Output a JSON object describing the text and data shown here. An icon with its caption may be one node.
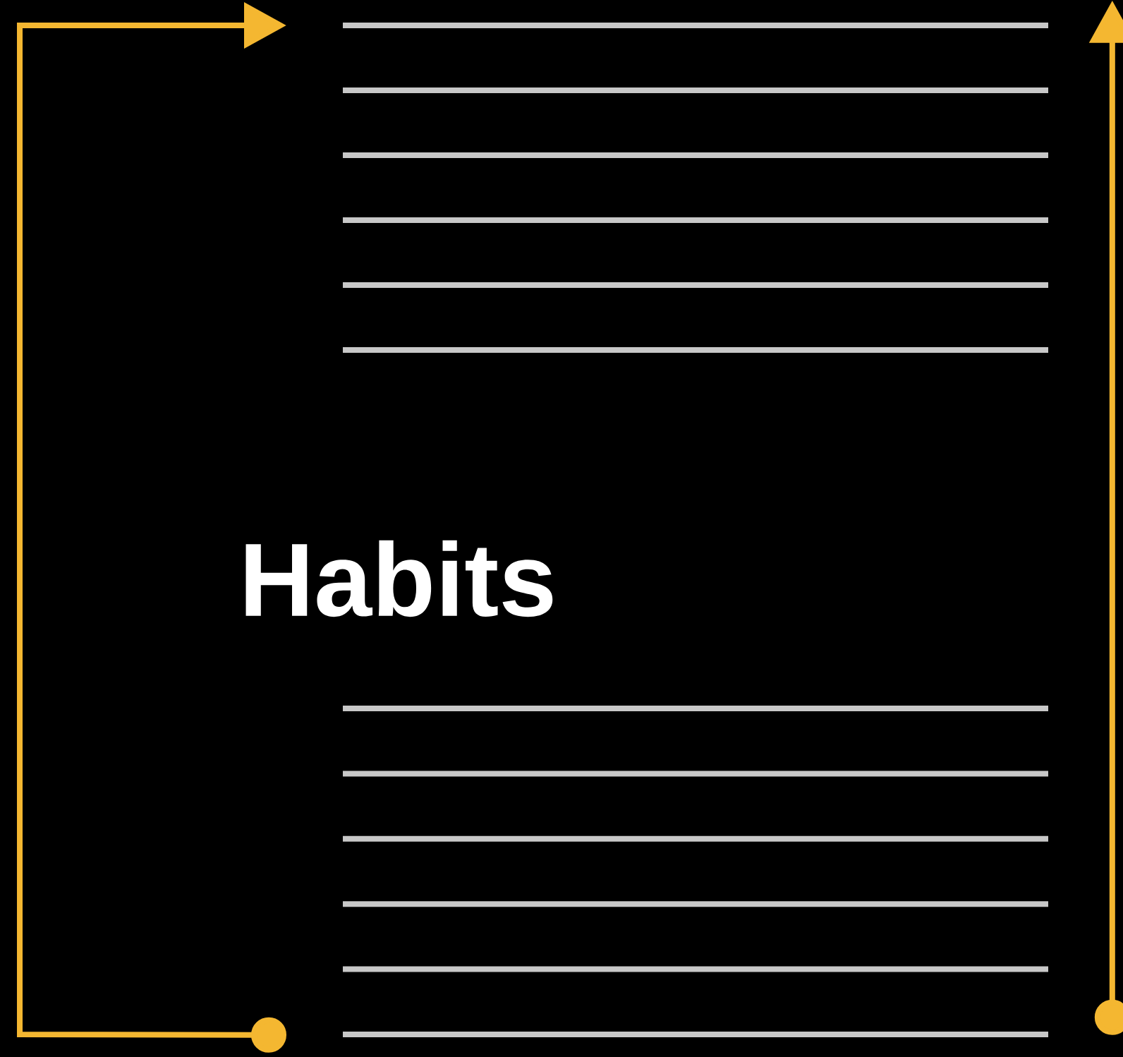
{
  "diagram": {
    "nodes": [
      {
        "text": [],
        "shape": "lines"
      },
      {
        "text": [],
        "shape": "lines"
      }
    ],
    "edges": [
      {
        "from": 1,
        "to": 0,
        "arrow": "to"
      },
      {
        "from": 1,
        "to": null,
        "arrow": "to"
      }
    ],
    "labels": [
      "Habits"
    ]
  }
}
